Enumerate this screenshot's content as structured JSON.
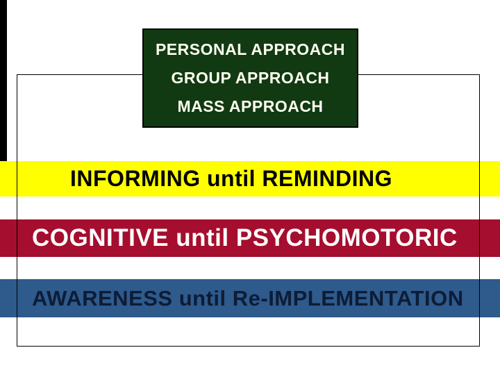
{
  "slide": {
    "approach_box": {
      "bg_color": "#123a12",
      "text_color": "#fffff0",
      "lines": [
        {
          "label": "PERSONAL APPROACH"
        },
        {
          "label": "GROUP APPROACH"
        },
        {
          "label": "MASS APPROACH"
        }
      ]
    },
    "bands": [
      {
        "label": "INFORMING until REMINDING",
        "bg_color": "#ffff00",
        "text_color": "#000000"
      },
      {
        "label": "COGNITIVE until PSYCHOMOTORIC",
        "bg_color": "#a50e2e",
        "text_color": "#ffffff"
      },
      {
        "label": "AWARENESS until Re-IMPLEMENTATION",
        "bg_color": "#2e5a8c",
        "text_color": "#0d1c36"
      }
    ],
    "decor": {
      "background_color": "#ffffff",
      "left_stripe_color": "#000000",
      "frame_border_color": "#000000"
    }
  }
}
